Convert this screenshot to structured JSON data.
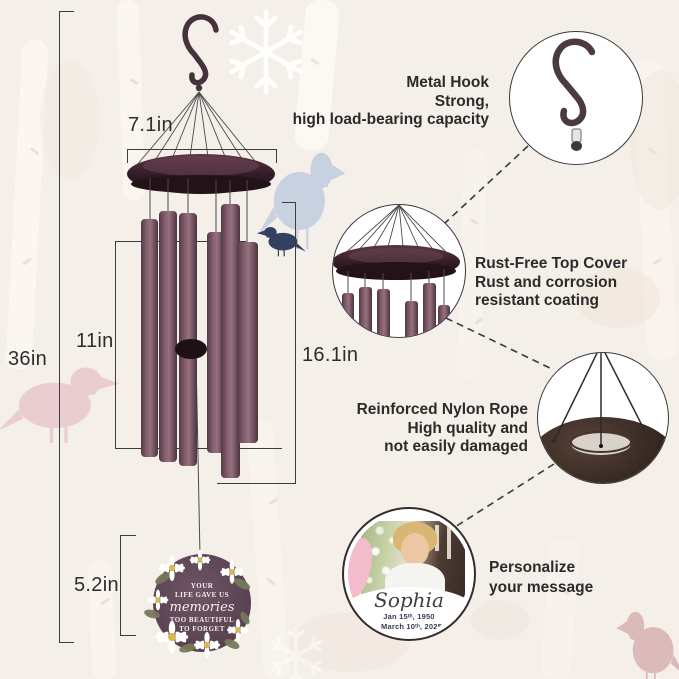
{
  "measurements": {
    "top_width": "7.1in",
    "total_height": "36in",
    "tube_length": "11in",
    "longest_tube": "16.1in",
    "pendant_height": "5.2in"
  },
  "callouts": [
    {
      "lines": [
        "Metal Hook",
        "Strong,",
        "high load-bearing capacity"
      ],
      "image": "metal-s-hook"
    },
    {
      "lines": [
        "Rust-Free Top Cover",
        "Rust and corrosion",
        "resistant coating"
      ],
      "image": "top-cover-closeup"
    },
    {
      "lines": [
        "Reinforced Nylon Rope",
        "High quality and",
        "not easily damaged"
      ],
      "image": "nylon-rope-closeup"
    },
    {
      "lines": [
        "Personalize",
        "your message"
      ],
      "image": "personalized-medallion"
    }
  ],
  "pendant": {
    "line1": "YOUR",
    "line2": "LIFE GAVE US",
    "line3": "memories",
    "line4": "TOO BEAUTIFUL",
    "line5": "TO FORGET"
  },
  "medallion": {
    "name": "Sophia",
    "birth_date": "Jan 15ᵗʰ, 1950",
    "death_date": "- March 10ᵗʰ, 2025"
  },
  "colors": {
    "background": "#f4efe8",
    "chime_plum": "#6e4d59",
    "chime_dark": "#2a171f",
    "annotation_text": "#2b2b2b",
    "bird_blue": "#c7d1df",
    "bird_navy": "#33415f",
    "bird_pink_left": "#e9cdd1",
    "bird_pink_right": "#dcbaba",
    "daisy_petal": "#ffffff",
    "daisy_center": "#d9b84e"
  }
}
